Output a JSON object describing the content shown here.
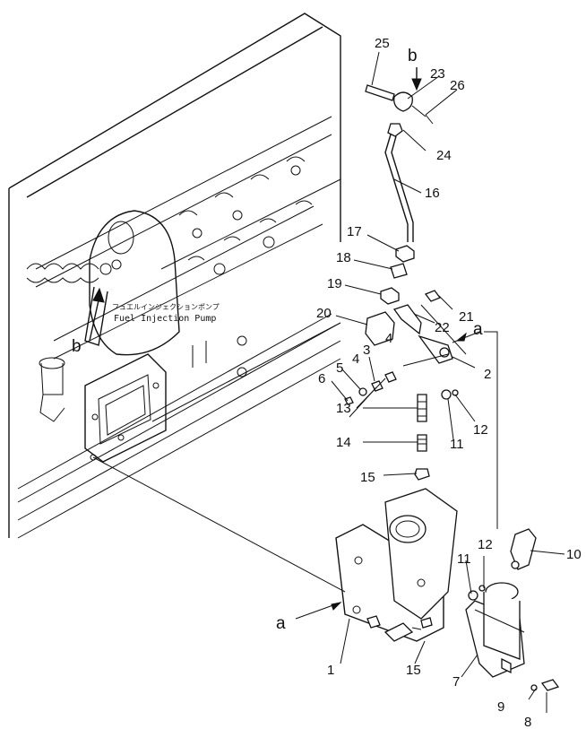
{
  "labels": {
    "pump_jp": "フュエルインジェクションポンプ",
    "pump_en": "Fuel  Injection  Pump",
    "ref_a_1": "a",
    "ref_a_2": "a",
    "ref_b_1": "b",
    "ref_b_2": "b"
  },
  "parts": [
    {
      "n": "1"
    },
    {
      "n": "2"
    },
    {
      "n": "3"
    },
    {
      "n": "4"
    },
    {
      "n": "4"
    },
    {
      "n": "5"
    },
    {
      "n": "6"
    },
    {
      "n": "7"
    },
    {
      "n": "8"
    },
    {
      "n": "9"
    },
    {
      "n": "10"
    },
    {
      "n": "11"
    },
    {
      "n": "11"
    },
    {
      "n": "12"
    },
    {
      "n": "12"
    },
    {
      "n": "13"
    },
    {
      "n": "14"
    },
    {
      "n": "15"
    },
    {
      "n": "15"
    },
    {
      "n": "16"
    },
    {
      "n": "17"
    },
    {
      "n": "18"
    },
    {
      "n": "19"
    },
    {
      "n": "20"
    },
    {
      "n": "21"
    },
    {
      "n": "22"
    },
    {
      "n": "23"
    },
    {
      "n": "24"
    },
    {
      "n": "25"
    },
    {
      "n": "26"
    }
  ]
}
